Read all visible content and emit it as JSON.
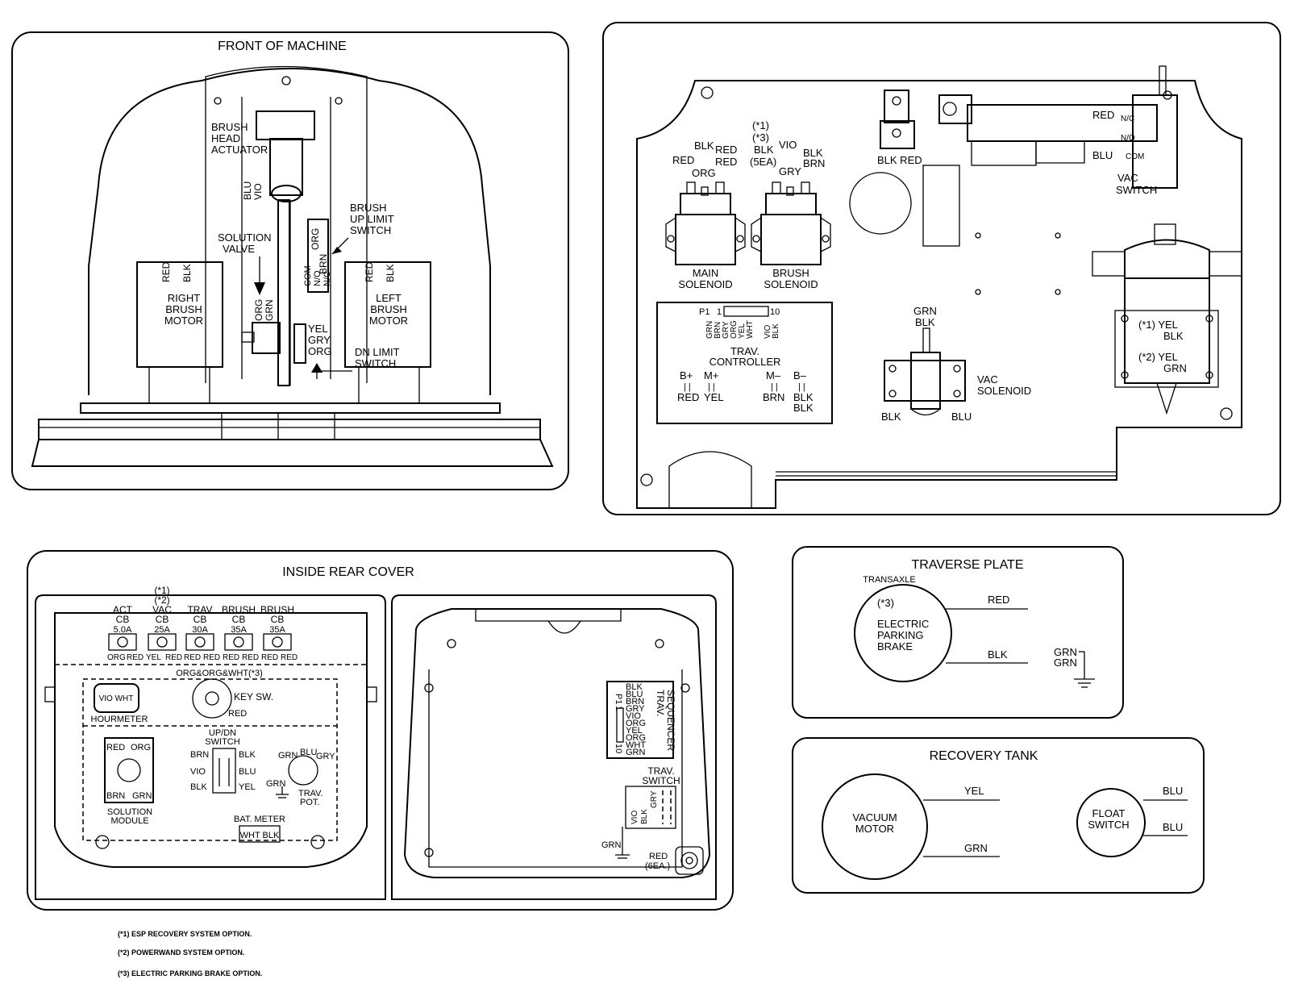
{
  "panels": {
    "front": {
      "title": "FRONT OF MACHINE",
      "brush_head_actuator": [
        "BRUSH",
        "HEAD",
        "ACTUATOR"
      ],
      "brush_up_limit_switch": [
        "BRUSH",
        "UP LIMIT",
        "SWITCH"
      ],
      "solution_valve": [
        "SOLUTION",
        "VALVE"
      ],
      "right_brush_motor": [
        "RIGHT",
        "BRUSH",
        "MOTOR"
      ],
      "left_brush_motor": [
        "LEFT",
        "BRUSH",
        "MOTOR"
      ],
      "dn_limit_switch": [
        "DN LIMIT",
        "SWITCH"
      ],
      "actuator_wires": [
        "BLU",
        "VIO"
      ],
      "switch_wires": [
        "ORG",
        "BRN"
      ],
      "switch_contacts": [
        "COM",
        "N/O",
        "N/C"
      ],
      "right_motor_wires": [
        "RED",
        "BLK"
      ],
      "left_motor_wires": [
        "RED",
        "BLK"
      ],
      "valve_wires": [
        "ORG",
        "GRN"
      ],
      "dn_wires": [
        "YEL",
        "GRY",
        "ORG"
      ]
    },
    "top_right": {
      "main_solenoid": [
        "MAIN",
        "SOLENOID"
      ],
      "brush_solenoid": [
        "BRUSH",
        "SOLENOID"
      ],
      "main_wires": [
        "BLK",
        "RED",
        "RED",
        "RED",
        "ORG"
      ],
      "brush_wires": [
        "(*1)",
        "(*3)",
        "BLK",
        "(5EA)",
        "VIO",
        "GRY",
        "BLK",
        "BRN"
      ],
      "blk_red": "BLK RED",
      "vac_switch": [
        "VAC",
        "SWITCH"
      ],
      "vac_switch_wires": [
        "RED",
        "BLU"
      ],
      "vac_switch_contacts": [
        "N/C",
        "N/O",
        "COM"
      ],
      "trav_controller": [
        "TRAV.",
        "CONTROLLER"
      ],
      "p1": "P1",
      "pin_first": "1",
      "pin_last": "10",
      "controller_pins": [
        "GRN",
        "BRN",
        "GRY",
        "ORG",
        "YEL",
        "WHT",
        "VIO",
        "BLK"
      ],
      "terminals": [
        "B+",
        "M+",
        "M–",
        "B–"
      ],
      "terminal_wires": [
        "RED",
        "YEL",
        "BRN",
        "BLK",
        "BLK"
      ],
      "vac_solenoid": [
        "VAC",
        "SOLENOID"
      ],
      "vac_solenoid_wires": [
        "GRN",
        "BLK",
        "BLK",
        "BLU"
      ],
      "pump_wires": [
        "(*1) YEL",
        "BLK",
        "(*2) YEL",
        "GRN"
      ]
    },
    "inside_rear": {
      "title": "INSIDE REAR COVER",
      "breakers": [
        {
          "name": [
            "ACT",
            "CB"
          ],
          "rating": "5.0A",
          "wires": [
            "ORG",
            "RED"
          ]
        },
        {
          "name": [
            "(*1)",
            "(*2)",
            "VAC",
            "CB"
          ],
          "rating": "25A",
          "wires": [
            "YEL",
            "RED"
          ]
        },
        {
          "name": [
            "TRAV",
            "CB"
          ],
          "rating": "30A",
          "wires": [
            "RED",
            "RED"
          ]
        },
        {
          "name": [
            "BRUSH",
            "CB"
          ],
          "rating": "35A",
          "wires": [
            "RED",
            "RED"
          ]
        },
        {
          "name": [
            "BRUSH",
            "CB"
          ],
          "rating": "35A",
          "wires": [
            "RED",
            "RED"
          ]
        }
      ],
      "harness_label": "ORG&ORG&WHT(*3)",
      "hourmeter": "HOURMETER",
      "hourmeter_wires": "VIO WHT",
      "key_sw": "KEY SW.",
      "key_wire": "RED",
      "updn_switch": [
        "UP/DN",
        "SWITCH"
      ],
      "updn_left": [
        "BRN",
        "VIO",
        "BLK"
      ],
      "updn_right": [
        "BLK",
        "BLU",
        "YEL"
      ],
      "solution_module": [
        "SOLUTION",
        "MODULE"
      ],
      "sol_wires": [
        "RED",
        "ORG",
        "BRN",
        "GRN"
      ],
      "trav_pot": [
        "TRAV.",
        "POT."
      ],
      "pot_wires": [
        "GRN",
        "BLU",
        "GRY",
        "GRN"
      ],
      "bat_meter": "BAT. METER",
      "bat_wires": "WHT BLK",
      "sequencer": [
        "TRAV.",
        "SEQUENCER"
      ],
      "seq_p1": "P1",
      "seq_pin1": "1",
      "seq_pin10": "10",
      "seq_pins": [
        "BLK",
        "BLU",
        "BRN",
        "GRY",
        "VIO",
        "ORG",
        "YEL",
        "ORG",
        "WHT",
        "GRN"
      ],
      "trav_switch": [
        "TRAV.",
        "SWITCH"
      ],
      "trav_switch_wires": [
        "VIO",
        "BLK",
        "GRY"
      ],
      "grn": "GRN",
      "red_6ea": [
        "RED",
        "(6EA.)"
      ]
    },
    "traverse": {
      "title": "TRAVERSE PLATE",
      "transaxle": "TRANSAXLE",
      "brake": [
        "(*3)",
        "ELECTRIC",
        "PARKING",
        "BRAKE"
      ],
      "wires": [
        "RED",
        "BLK"
      ],
      "ground": [
        "GRN",
        "GRN"
      ]
    },
    "recovery": {
      "title": "RECOVERY TANK",
      "vacuum_motor": [
        "VACUUM",
        "MOTOR"
      ],
      "vac_wires": [
        "YEL",
        "GRN"
      ],
      "float_switch": [
        "FLOAT",
        "SWITCH"
      ],
      "float_wires": [
        "BLU",
        "BLU"
      ]
    }
  },
  "notes": [
    "(*1) ESP RECOVERY SYSTEM OPTION.",
    "(*2) POWERWAND SYSTEM OPTION.",
    "(*3) ELECTRIC PARKING BRAKE OPTION."
  ]
}
